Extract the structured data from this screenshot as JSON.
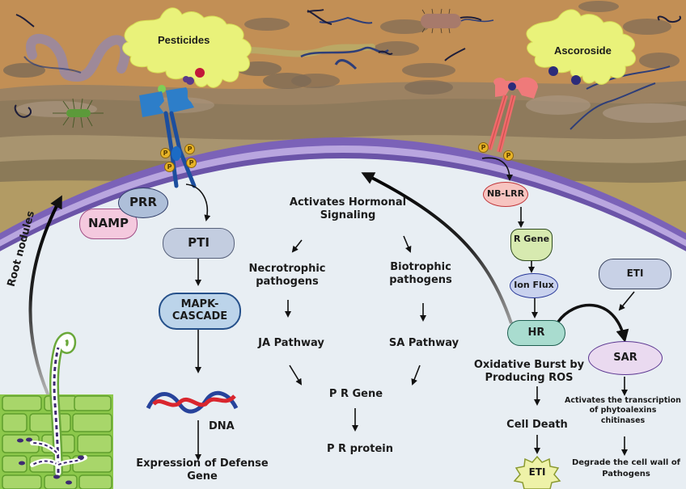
{
  "diagram": {
    "environment": {
      "molecules": [
        {
          "label": "Pesticides"
        },
        {
          "label": "Ascoroside"
        }
      ],
      "phospho_tag": "P"
    },
    "left_pathway": {
      "namp": "NAMP",
      "prr": "PRR",
      "pti": "PTI",
      "mapk": "MAPK-\nCASCADE",
      "mapk_line1": "MAPK-",
      "mapk_line2": "CASCADE",
      "dna": "DNA",
      "expression_line1": "Expression  of Defense",
      "expression_line2": "Gene"
    },
    "root": {
      "label": "Root nodules"
    },
    "hormonal": {
      "title_line1": "Activates Hormonal",
      "title_line2": "Signaling",
      "necro_line1": "Necrotrophic",
      "necro_line2": "pathogens",
      "bio_line1": "Biotrophic",
      "bio_line2": "pathogens",
      "ja": "JA Pathway",
      "sa": "SA Pathway",
      "pr_gene": "P R Gene",
      "pr_protein": "P R protein"
    },
    "right_pathway": {
      "nblrr": "NB-LRR",
      "rgene": "R Gene",
      "ionflux": "Ion Flux",
      "hr": "HR",
      "eti_box": "ETI",
      "sar": "SAR",
      "oxidative_line1": "Oxidative Burst by",
      "oxidative_line2": "Producing  ROS",
      "cell_death": "Cell Death",
      "eti_star": "ETI",
      "activates_line1": "Activates the transcription",
      "activates_line2": "of phytoalexins",
      "activates_line3": "chitinases",
      "degrade_line1": "Degrade the cell wall of",
      "degrade_line2": "Pathogens"
    },
    "colors": {
      "soil": "#c28f55",
      "soil_dark": "#8e7a5c",
      "membrane": "#7b62b8",
      "cell": "#e8eef3",
      "blob": "#e9f27a",
      "prr_receptor": "#2d7ec9",
      "nb_receptor": "#ef7a7a",
      "namp_fill": "#f4c9de",
      "prr_fill": "#aebfd9",
      "pti_fill": "#c3cde0",
      "mapk_fill": "#bcd4ea",
      "nblrr_fill": "#f7c4c0",
      "rgene_fill": "#d7eab0",
      "ionflux_fill": "#c9d2ee",
      "hr_fill": "#a9dccf",
      "eti_fill": "#c8d1e6",
      "sar_fill": "#eadaf0",
      "eti_star_fill": "#eef2a8",
      "root_green": "#8cc84b",
      "dna_red": "#d9262e",
      "dna_blue": "#27439b"
    }
  }
}
